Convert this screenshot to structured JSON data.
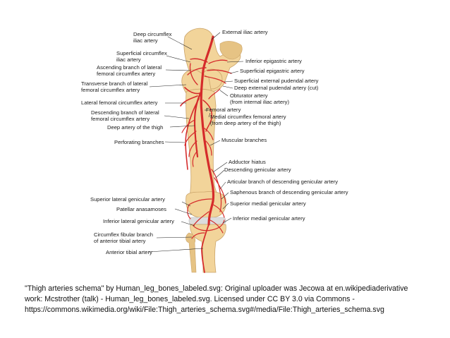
{
  "labels": {
    "deep_circumflex_1": "Deep circumflex",
    "deep_circumflex_2": "iliac artery",
    "superficial_circumflex_1": "Superficial circumflex",
    "superficial_circumflex_2": "iliac artery",
    "ascending_branch_1": "Ascending branch of lateral",
    "ascending_branch_2": "femoral circumflex artery",
    "transverse_branch_1": "Transverse branch of lateral",
    "transverse_branch_2": "femoral circumflex artery",
    "lateral_femoral_circumflex": "Lateral femoral circumflex artery",
    "descending_branch_1": "Descending branch of lateral",
    "descending_branch_2": "femoral circumflex artery",
    "deep_artery_thigh": "Deep artery of the thigh",
    "perforating_branches": "Perforating branches",
    "external_iliac": "External iliac artery",
    "inferior_epigastric": "Inferior epigastric artery",
    "superficial_epigastric": "Superficial epigastric artery",
    "superficial_external_pudendal": "Superficial external pudendal artery",
    "deep_external_pudendal": "Deep external pudendal artery (cut)",
    "obturator_1": "Obturator artery",
    "obturator_2": "(from internal iliac artery)",
    "femoral": "Femoral artery",
    "medial_circumflex_1": "Medial circumflex femoral artery",
    "medial_circumflex_2": "(from deep artery of the thigh)",
    "muscular_branches": "Muscular branches",
    "adductor_hiatus": "Adductor hiatus",
    "descending_genicular": "Descending genicular artery",
    "articular_branch": "Articular branch of descending genicular artery",
    "saphenous_branch": "Saphenous branch of descending genicular artery",
    "superior_medial_genicular": "Superior medial genicular artery",
    "superior_lateral_genicular": "Superior lateral genicular artery",
    "patellar_anastomoses": "Patellar anasamoses",
    "inferior_lateral_genicular": "Inferior lateral genicular artery",
    "inferior_medial_genicular": "Inferior medial genicular artery",
    "circumflex_fibular_1": "Circumflex fibular branch",
    "circumflex_fibular_2": "of anterior tibial artery",
    "anterior_tibial": "Anterior tibial artery"
  },
  "caption": {
    "line1": "\"Thigh arteries schema\" by Human_leg_bones_labeled.svg: Original uploader was Jecowa at en.wikipediaderivative",
    "line2": "work: Mcstrother (talk) - Human_leg_bones_labeled.svg. Licensed under CC BY 3.0 via Commons -",
    "line3": "https://commons.wikimedia.org/wiki/File:Thigh_arteries_schema.svg#/media/File:Thigh_arteries_schema.svg"
  },
  "colors": {
    "artery": "#d52b2b",
    "bone": "#f2d49a",
    "cartilage": "#dcdcdc",
    "text": "#1a1a1a"
  }
}
